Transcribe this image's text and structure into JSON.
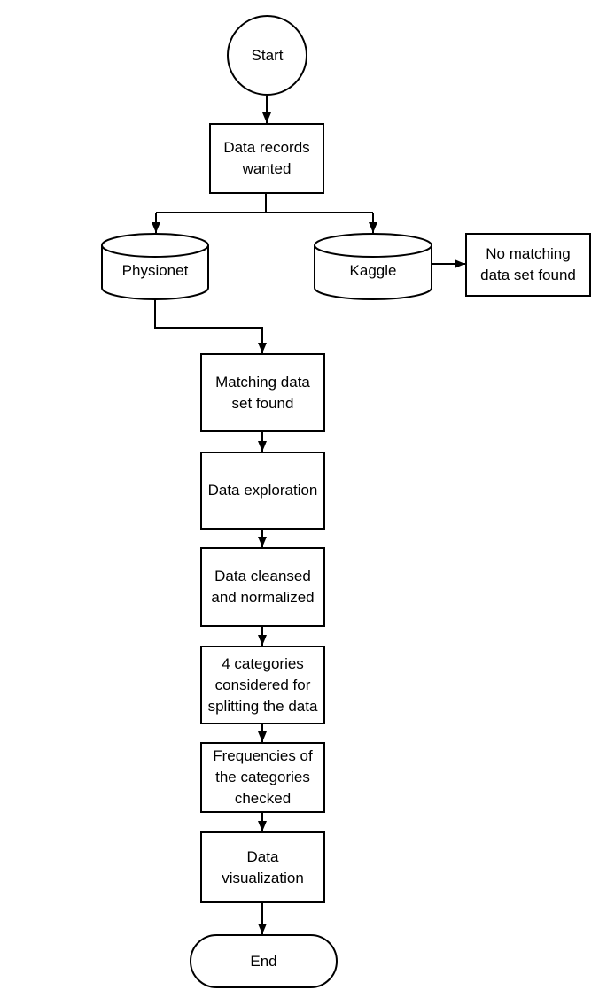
{
  "diagram": {
    "type": "flowchart",
    "colors": {
      "background": "#ffffff",
      "shape_fill": "#ffffff",
      "stroke": "#000000",
      "text": "#000000"
    },
    "nodes": {
      "start": {
        "type": "terminator-circle",
        "label": "Start"
      },
      "data_records_wanted": {
        "type": "process",
        "label": "Data records\nwanted"
      },
      "physionet": {
        "type": "database-cylinder",
        "label": "Physionet"
      },
      "kaggle": {
        "type": "database-cylinder",
        "label": "Kaggle"
      },
      "no_matching_data_set_found": {
        "type": "process",
        "label": "No matching\ndata set found"
      },
      "matching_data_set_found": {
        "type": "process",
        "label": "Matching data\nset found"
      },
      "data_exploration": {
        "type": "process",
        "label": "Data exploration"
      },
      "data_cleansed": {
        "type": "process",
        "label": "Data cleansed\nand normalized"
      },
      "four_categories": {
        "type": "process",
        "label": "4 categories\nconsidered for\nsplitting the data"
      },
      "frequencies_checked": {
        "type": "process",
        "label": "Frequencies of\nthe categories\nchecked"
      },
      "data_visualization": {
        "type": "process",
        "label": "Data\nvisualization"
      },
      "end": {
        "type": "terminator-stadium",
        "label": "End"
      }
    },
    "edges": [
      {
        "from": "start",
        "to": "data_records_wanted"
      },
      {
        "from": "data_records_wanted",
        "to": "physionet"
      },
      {
        "from": "data_records_wanted",
        "to": "kaggle"
      },
      {
        "from": "kaggle",
        "to": "no_matching_data_set_found"
      },
      {
        "from": "physionet",
        "to": "matching_data_set_found"
      },
      {
        "from": "matching_data_set_found",
        "to": "data_exploration"
      },
      {
        "from": "data_exploration",
        "to": "data_cleansed"
      },
      {
        "from": "data_cleansed",
        "to": "four_categories"
      },
      {
        "from": "four_categories",
        "to": "frequencies_checked"
      },
      {
        "from": "frequencies_checked",
        "to": "data_visualization"
      },
      {
        "from": "data_visualization",
        "to": "end"
      }
    ]
  }
}
